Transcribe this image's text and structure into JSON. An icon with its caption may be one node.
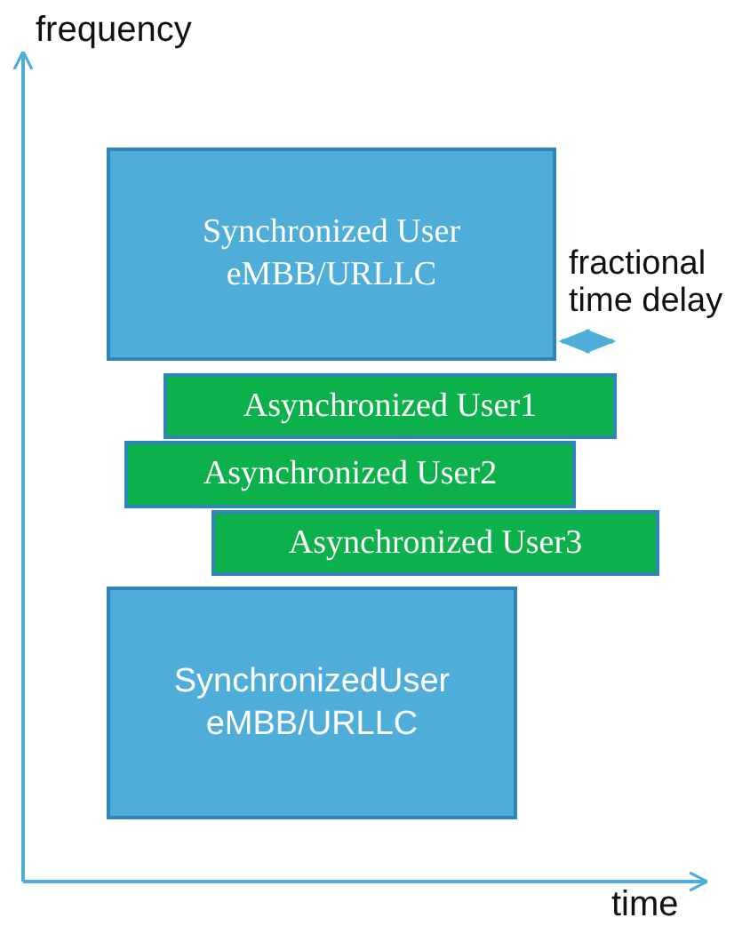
{
  "diagram": {
    "nodes": [
      {
        "text": [
          "Synchronized User eMBB/URLLC"
        ]
      },
      {
        "text": [
          "Asynchronized User1"
        ]
      },
      {
        "text": [
          "Asynchronized User2"
        ]
      },
      {
        "text": [
          "Asynchronized User3"
        ]
      },
      {
        "text": [
          "SynchronizedUser eMBB/URLLC"
        ]
      }
    ],
    "labels": [
      "frequency",
      "time",
      "fractional time delay"
    ]
  }
}
